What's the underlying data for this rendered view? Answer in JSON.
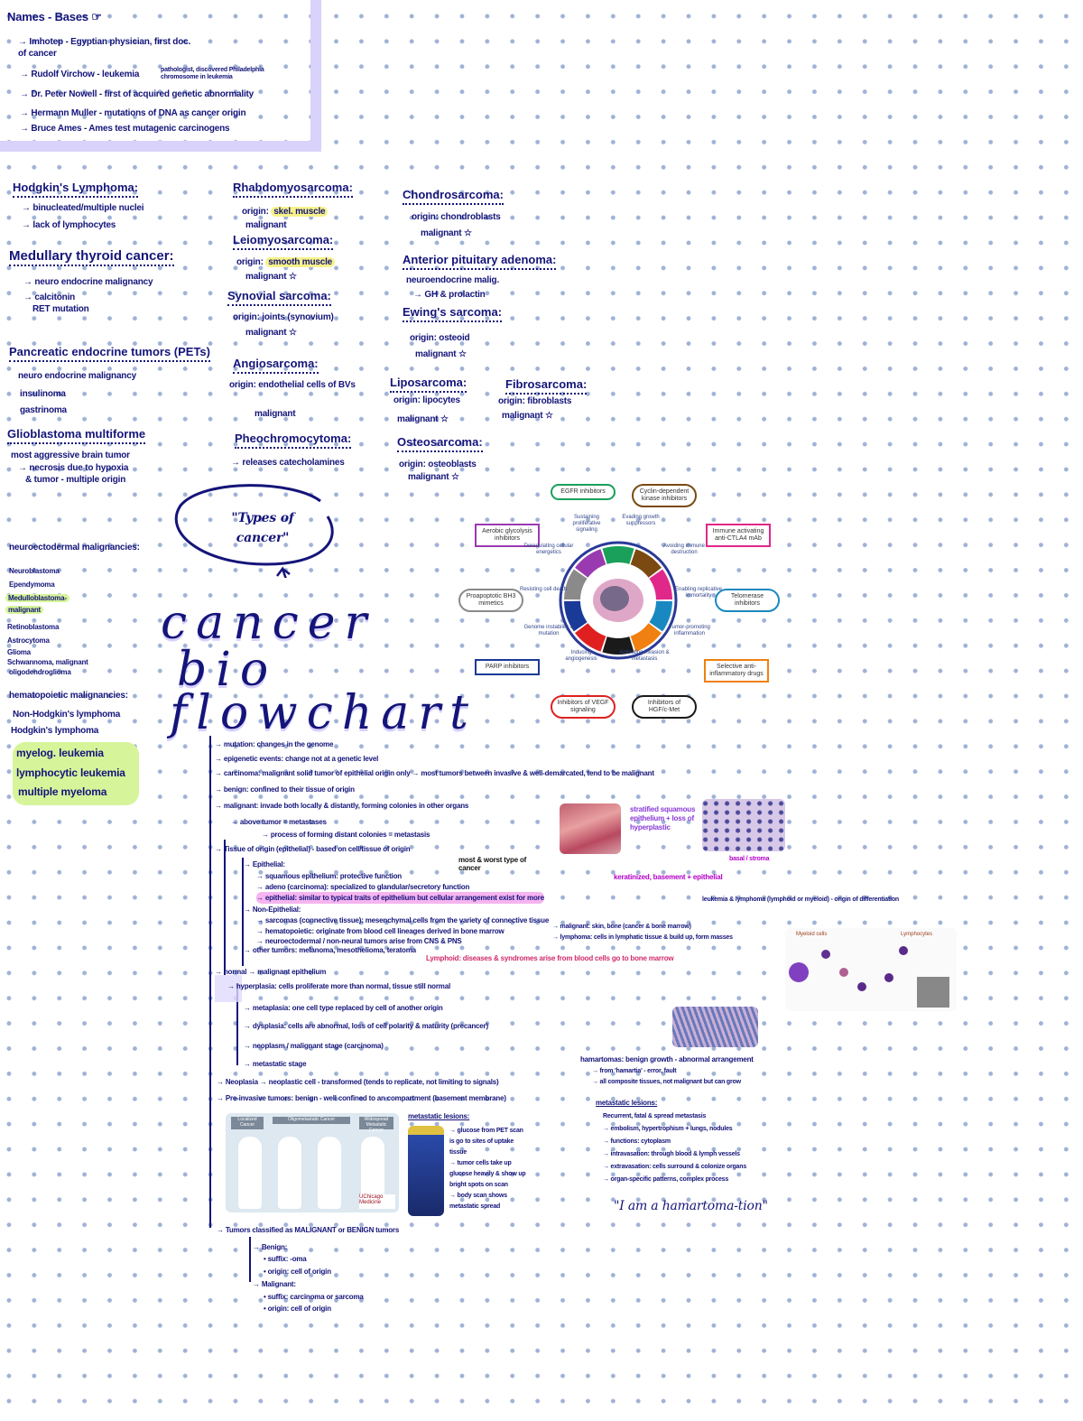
{
  "names": {
    "title": "Names - Bases ☞",
    "items": [
      "→ Imhotep - Egyptian physician, first doc. of cancer",
      "→ Rudolf Virchow - leukemia",
      "→ Dr. Peter Nowell - first of acquired genetic abnormality",
      "→ Hermann Muller - mutations of DNA as cancer origin",
      "→ Bruce Ames - Ames test mutagenic carcinogens"
    ],
    "side_note": "pathologist, discovered Philadelphia chromosome in leukemia"
  },
  "hodgkin": {
    "title": "Hodgkin's Lymphoma:",
    "lines": [
      "→ binucleated/multiple nuclei",
      "→ lack of lymphocytes"
    ]
  },
  "medullary": {
    "title": "Medullary thyroid cancer:",
    "lines": [
      "→ neuro endocrine malignancy",
      "→ calcitonin",
      "RET mutation"
    ]
  },
  "pancreatic": {
    "title": "Pancreatic endocrine tumors (PETs)",
    "lines": [
      "neuro endocrine malignancy",
      "insulinoma",
      "gastrinoma"
    ]
  },
  "glioblastoma": {
    "title": "Glioblastoma multiforme",
    "lines": [
      "most aggressive brain tumor",
      "→ necrosis due to hypoxia",
      "& tumor - multiple origin"
    ]
  },
  "rhabdo": {
    "title": "Rhabdomyosarcoma:",
    "origin": "skel. muscle",
    "note": "malignant"
  },
  "leiomyo": {
    "title": "Leiomyosarcoma:",
    "origin": "smooth muscle",
    "note": "malignant ☆"
  },
  "synovial": {
    "title": "Synovial sarcoma:",
    "origin": "origin: joints (synovium)",
    "note": "malignant ☆"
  },
  "angio": {
    "title": "Angiosarcoma:",
    "lines": [
      "origin: endothelial cells of BVs",
      "malignant"
    ]
  },
  "pheo": {
    "title": "Pheochromocytoma:",
    "lines": [
      "→ releases catecholamines"
    ]
  },
  "chondro": {
    "title": "Chondrosarcoma:",
    "lines": [
      "origin: chondroblasts",
      "malignant ☆"
    ]
  },
  "pituitary": {
    "title": "Anterior pituitary adenoma:",
    "lines": [
      "neuroendocrine malig.",
      "→ GH & prolactin"
    ]
  },
  "ewing": {
    "title": "Ewing's sarcoma:",
    "lines": [
      "origin: osteoid",
      "malignant ☆"
    ]
  },
  "lipo": {
    "title": "Liposarcoma:",
    "lines": [
      "origin: lipocytes",
      "malignant ☆"
    ]
  },
  "fibro": {
    "title": "Fibrosarcoma:",
    "lines": [
      "origin: fibroblasts",
      "malignant ☆"
    ]
  },
  "osteo": {
    "title": "Osteosarcoma:",
    "lines": [
      "origin: osteoblasts",
      "malignant ☆"
    ]
  },
  "types_bubble": "\"Types of cancer\"",
  "neuro": {
    "title": "neuroectodermal malignancies:",
    "items": [
      "Neuroblastoma",
      "Ependymoma",
      "Medulloblastoma-",
      "malignant",
      "Retinoblastoma",
      "Astrocytoma",
      "Glioma",
      "Schwannoma, malignant",
      "oligodendroglioma"
    ]
  },
  "hema": {
    "title": "hematopoietic malignancies:",
    "items": [
      "Non-Hodgkin's lymphoma",
      "Hodgkin's lymphoma"
    ],
    "highlighted": [
      "myelog. leukemia",
      "lymphocytic leukemia",
      "multiple myeloma"
    ]
  },
  "main_title": [
    "cancer",
    "bio",
    "flowchart"
  ],
  "flow": [
    "→ mutation: changes in the genome",
    "→ epigenetic events: change not at a genetic level",
    "→ carcinoma: malignant solid tumor of epithelial origin only → most tumors between invasive & well-demarcated, tend to be malignant",
    "→ benign: confined to their tissue of origin",
    "→ malignant: invade both locally & distantly, forming colonies in other organs",
    "→ above tumor = metastases",
    "→ process of forming distant colonies = metastasis",
    "→ Tissue of origin (epithelial) - based on cell/tissue of origin",
    "→ Epithelial:",
    "→ squamous epithelium: protective function",
    "→ adeno (carcinoma): specialized to glandular/secretory function",
    "→ epithelial: similar to typical traits of epithelium but cellular arrangement exist for more",
    "→ Non-Epithelial:",
    "→ sarcomas (connective tissue): mesenchymal cells from the variety of connective tissue",
    "→ hematopoietic: originate from blood cell lineages derived in bone marrow",
    "→ neuroectodermal / non-neural tumors arise from CNS & PNS",
    "→ other tumors: melanoma, mesothelioma, teratoma",
    "→ normal → malignant epithelium",
    "→ hyperplasia: cells proliferate more than normal, tissue still normal",
    "→ metaplasia: one cell type replaced by cell of another origin",
    "→ dysplasia: cells are abnormal, loss of cell polarity & maturity (precancer)",
    "→ neoplasm / malignant stage (carcinoma)",
    "→ metastatic stage",
    "→ Neoplasia → neoplastic cell - transformed (tends to replicate, not limiting to signals)",
    "→ Pre-invasive tumors: benign - well confined to an compartment (basement membrane)",
    "→ Tumors classified as MALIGNANT or BENIGN tumors",
    "→ Benign:",
    "• suffix: -oma",
    "• origin: cell of origin",
    "→ Malignant:",
    "• suffix: carcinoma or sarcoma",
    "• origin: cell of origin"
  ],
  "annotations": {
    "squamous_note": "most & worst type of cancer",
    "pink_label": "keratinized, basement + epithelial",
    "purple_img_label": "stratified squamous epithelium + loss of hyperplastic",
    "img2_label": "basal / stroma",
    "leukemia_note": "leukemia & lymphoma (lymphoid or myeloid) - origin of differentiation",
    "sarcoma_notes": [
      "→ malignant: skin, bone (cancer & bone marrow)",
      "→ lymphoma: cells in lymphatic tissue & build up, form masses"
    ],
    "red_note": "Lymphoid: diseases & syndromes arise from blood cells go to bone marrow",
    "hamartoma_title": "hamartomas: benign growth - abnormal arrangement",
    "hamartoma_lines": [
      "→ from 'hamartia' - error, fault",
      "→ all composite tissues, not malignant but can grow"
    ],
    "metastasis_lines": [
      "Recurrent, fatal & spread metastasis",
      "→ embolism, hypertrophism + lungs, nodules",
      "→ functions: cytoplasm",
      "→ intravasation: through blood & lymph vessels",
      "→ extravasation: cells surround & colonize organs",
      "→ organ-specific patterns, complex process"
    ],
    "quote": "\"I am a hamartoma-tion\"",
    "pet_title": "metastatic lesions:",
    "pet_lines": [
      "→ glucose from PET scan",
      "is go to sites of uptake",
      "tissue",
      "→ tumor cells take up",
      "glucose heavily & show up",
      "bright spots on scan",
      "→ body scan shows",
      "metastatic spread"
    ],
    "body_panels": [
      "Localized Cancer",
      "Oligometastatic Cancer",
      "Widespread Metastatic Cancer"
    ],
    "body_logo": "UChicago Medicine",
    "hemato_labels": [
      "Myeloid cells",
      "Lymphocytes"
    ]
  },
  "hallmarks": {
    "center": [
      "Sustaining proliferative signaling",
      "Evading growth suppressors",
      "Avoiding immune destruction",
      "Enabling replicative immortality",
      "Tumor-promoting inflammation",
      "Activating invasion & metastasis",
      "Inducing angiogenesis",
      "Genome instability & mutation",
      "Resisting cell death",
      "Deregulating cellular energetics"
    ],
    "drugs": [
      "EGFR inhibitors",
      "Cyclin-dependent kinase inhibitors",
      "Immune activating anti-CTLA4 mAb",
      "Telomerase inhibitors",
      "Selective anti-inflammatory drugs",
      "Inhibitors of HGF/c-Met",
      "Inhibitors of VEGF signaling",
      "PARP inhibitors",
      "Proapoptotic BH3 mimetics",
      "Aerobic glycolysis inhibitors"
    ],
    "colors": [
      "#1aa05a",
      "#7a4a12",
      "#e0288a",
      "#1a88c0",
      "#f08010",
      "#1a1a1a",
      "#e02020",
      "#1a3a98",
      "#8a8a8a",
      "#9a3ab0"
    ]
  }
}
